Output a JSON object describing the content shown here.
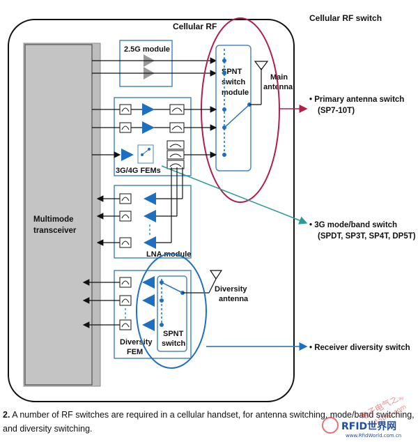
{
  "labels": {
    "cellular_rf": "Cellular RF",
    "cellular_rf_switch": "Cellular RF switch",
    "module_25g": "2.5G module",
    "spnt_main_line1": "SPNT",
    "spnt_main_line2": "switch",
    "spnt_main_line3": "module",
    "main_antenna_line1": "Main",
    "main_antenna_line2": "antenna",
    "fems_3g4g": "3G/4G FEMs",
    "lna_module": "LNA module",
    "multimode_line1": "Multimode",
    "multimode_line2": "transceiver",
    "diversity_antenna_line1": "Diversity",
    "diversity_antenna_line2": "antenna",
    "spnt_div_line1": "SPNT",
    "spnt_div_line2": "switch",
    "diversity_fem_line1": "Diversity",
    "diversity_fem_line2": "FEM",
    "primary_switch_line1": "• Primary antenna switch",
    "primary_switch_line2": "(SP7-10T)",
    "mode_band_line1": "• 3G mode/band switch",
    "mode_band_line2": "(SPDT, SP3T, SP4T, DP5T)",
    "receiver_diversity": "• Receiver diversity switch"
  },
  "caption": {
    "number": "2.",
    "text": "A number of RF switches are required in a cellular handset, for antenna switching, mode/band switching, and diversity switching."
  },
  "watermark": {
    "line1": "电子电气之家",
    "line2": "515pec.com",
    "line3": "RFID世界网",
    "line4": "www.RfidWorld.com.cn"
  },
  "colors": {
    "blue": "#1f6fc0",
    "box_border": "#4a86c8",
    "red_ellipse": "#b01f4a",
    "teal": "#2a9a9a",
    "gray_block": "#bdbdbd"
  }
}
